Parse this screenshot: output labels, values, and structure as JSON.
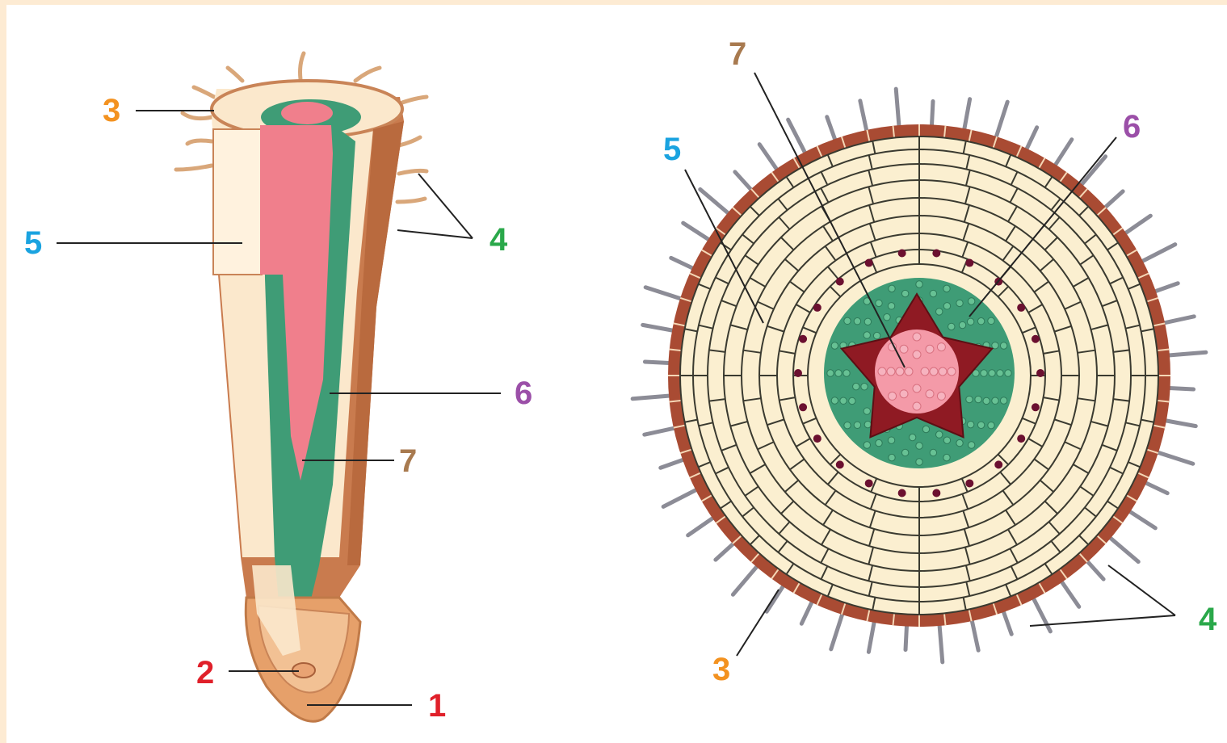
{
  "colors": {
    "orange": "#f39220",
    "blue": "#1aa3e0",
    "green": "#2aa84a",
    "purple": "#9b4fa8",
    "brown": "#a87a4f",
    "red": "#e0202a",
    "epidermis": "#a94b33",
    "cortex": "#fbefd0",
    "central_cylinder": "#f07f8c",
    "pericycle": "#3f9c76"
  },
  "longitudinal_section": {
    "labels": [
      {
        "id": "3",
        "text": "3",
        "color": "orange"
      },
      {
        "id": "5",
        "text": "5",
        "color": "blue"
      },
      {
        "id": "4",
        "text": "4",
        "color": "green"
      },
      {
        "id": "6",
        "text": "6",
        "color": "purple"
      },
      {
        "id": "7",
        "text": "7",
        "color": "brown"
      },
      {
        "id": "2",
        "text": "2",
        "color": "red"
      },
      {
        "id": "1",
        "text": "1",
        "color": "red"
      }
    ]
  },
  "cross_section": {
    "labels": [
      {
        "id": "7",
        "text": "7",
        "color": "brown"
      },
      {
        "id": "6",
        "text": "6",
        "color": "purple"
      },
      {
        "id": "5",
        "text": "5",
        "color": "blue"
      },
      {
        "id": "4",
        "text": "4",
        "color": "green"
      },
      {
        "id": "3",
        "text": "3",
        "color": "orange"
      }
    ]
  }
}
